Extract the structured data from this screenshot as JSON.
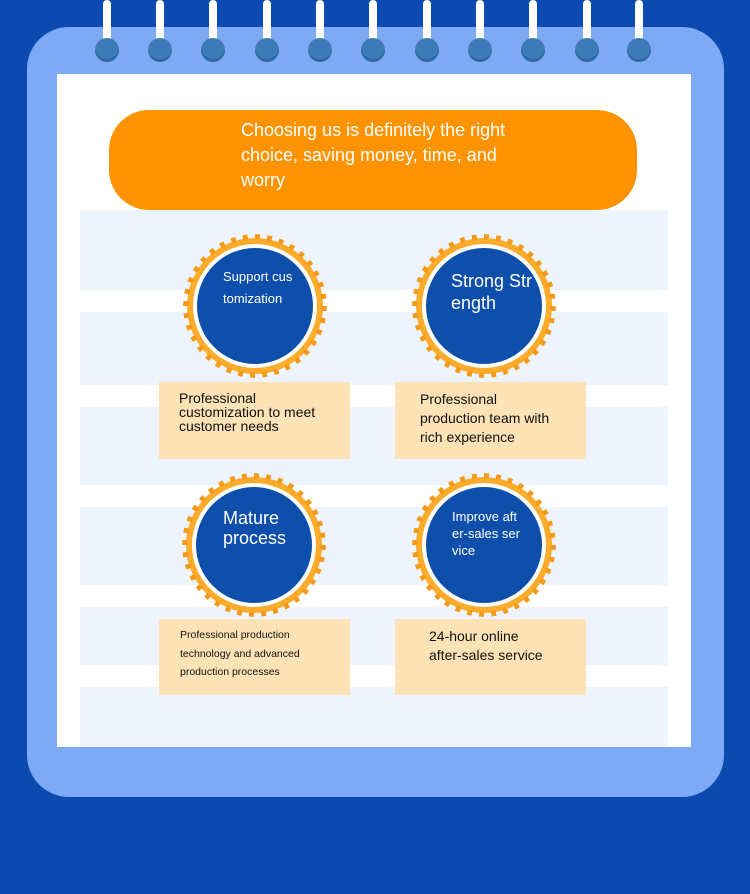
{
  "banner": {
    "text": "Choosing us is definitely the right choice, saving money, time, and worry"
  },
  "features": [
    {
      "title": "Support customization",
      "description": "Professional customization to meet customer needs"
    },
    {
      "title": "Strong Strength",
      "description": "Professional production team with rich experience"
    },
    {
      "title": "Mature process",
      "description": "Professional production technology and advanced production processes"
    },
    {
      "title": "Improve after-sales service",
      "description": "24-hour online after-sales service"
    }
  ],
  "colors": {
    "background": "#0b4bb0",
    "notebook": "#7eaaf5",
    "banner": "#fd9300",
    "circle_core": "#0e4fac",
    "circle_ring": "#fcab2a",
    "description_box": "#fde2b5"
  },
  "icons": [
    "notebook-ring-icon"
  ]
}
